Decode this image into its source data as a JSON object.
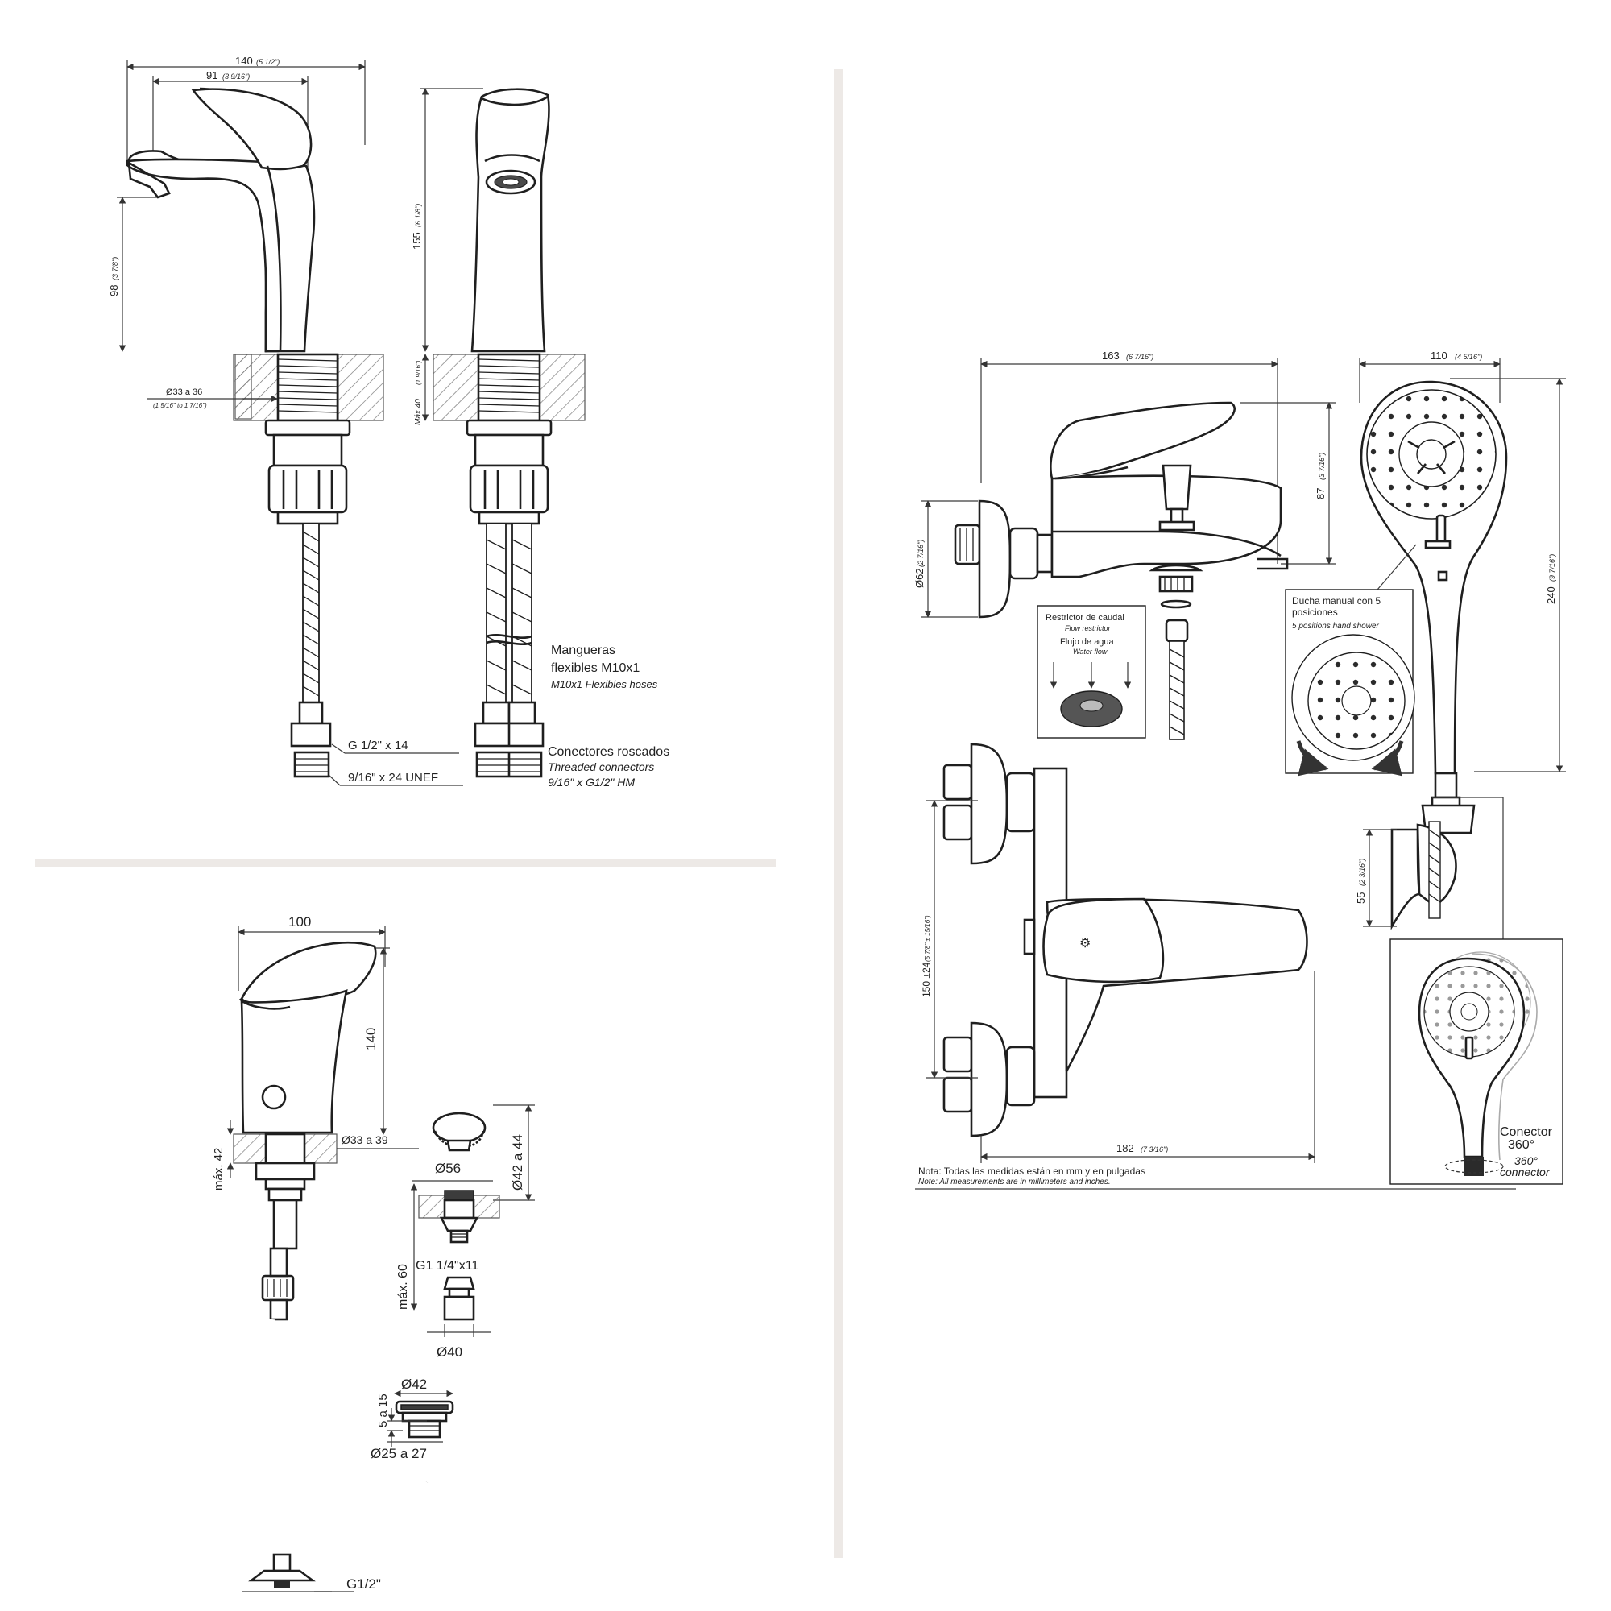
{
  "sheet1": {
    "dim_width_total": "140",
    "dim_width_total_in": "(5 1/2\")",
    "dim_spout_reach": "91",
    "dim_spout_reach_in": "(3 9/16\")",
    "dim_spout_height": "98",
    "dim_spout_height_in": "(3 7/8\")",
    "dim_height": "155",
    "dim_height_in": "(6 1/8\")",
    "dim_max_deck": "Máx.40",
    "dim_max_deck_in": "(1 9/16\")",
    "dim_hole": "Ø33 a 36",
    "dim_hole_in": "(1 5/16\" to 1 7/16\")",
    "hoses_es_1": "Mangueras",
    "hoses_es_2": "flexibles M10x1",
    "hoses_en": "M10x1 Flexibles hoses",
    "thread_1": "G 1/2\" x 14",
    "thread_2": "9/16\" x 24 UNEF",
    "connectors_es": "Conectores roscados",
    "connectors_en": "Threaded connectors",
    "connectors_spec": "9/16\" x G1/2\"  HM"
  },
  "sheet2": {
    "dim_width": "100",
    "dim_height": "140",
    "dim_max_deck": "máx. 42",
    "dim_hole": "Ø33 a 39",
    "dim_plug": "Ø56",
    "dim_waste_range": "Ø42 a 44",
    "dim_waste_thread": "G1 1/4\"x11",
    "dim_waste_max": "máx. 60",
    "dim_waste_dia": "Ø40",
    "dim_overflow": "Ø42",
    "dim_overflow_range": "5 a 15",
    "dim_overflow_hole": "Ø25 a 27",
    "dim_thread": "G1/2\""
  },
  "sheet3": {
    "dim_width_top": "163",
    "dim_width_top_in": "(6 7/16\")",
    "dim_height_top": "87",
    "dim_height_top_in": "(3 7/16\")",
    "dim_escutcheon": "Ø62",
    "dim_escutcheon_in": "(2 7/16\")",
    "restrictor_es": "Restrictor de caudal",
    "restrictor_en": "Flow restrictor",
    "waterflow_es": "Flujo de agua",
    "waterflow_en": "Water flow",
    "shower_width": "110",
    "shower_width_in": "(4 5/16\")",
    "shower_length": "240",
    "shower_length_in": "(9 7/16\")",
    "shower_es_1": "Ducha manual con 5",
    "shower_es_2": "posiciones",
    "shower_en": "5 positions hand shower",
    "holder_height": "55",
    "holder_height_in": "(2 3/16\")",
    "dim_centres": "150 ±24",
    "dim_centres_in": "(5 7/8\" ± 15/16\")",
    "dim_width_bottom": "182",
    "dim_width_bottom_in": "(7 3/16\")",
    "connector_es_1": "Conector",
    "connector_es_2": "360°",
    "connector_en_1": "360°",
    "connector_en_2": "connector",
    "note_es": "Nota: Todas las medidas están en mm y en pulgadas",
    "note_en": "Note: All measurements are in millimeters and inches."
  }
}
